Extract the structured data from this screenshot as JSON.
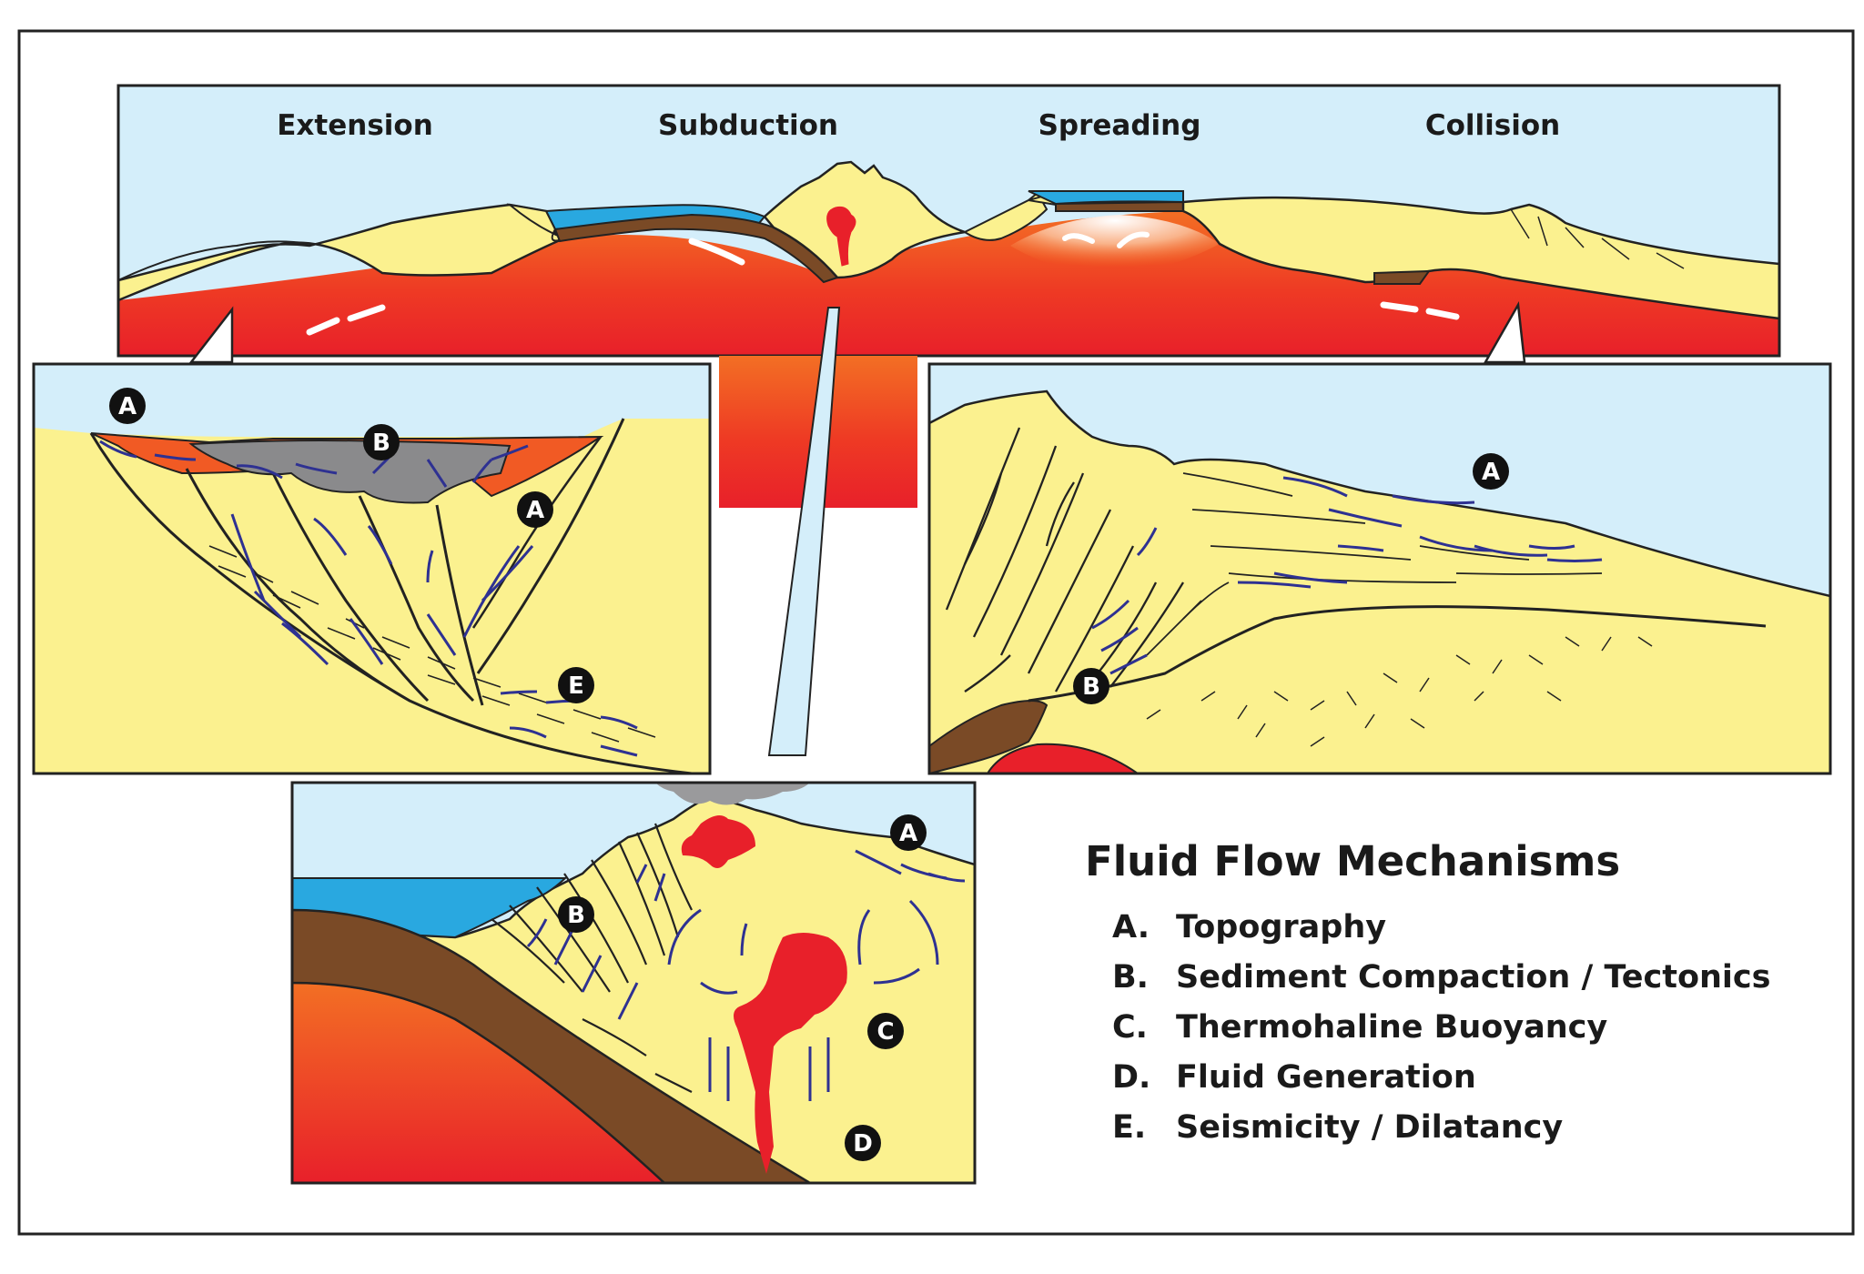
{
  "settings": [
    {
      "key": "extension",
      "label": "Extension"
    },
    {
      "key": "subduction",
      "label": "Subduction"
    },
    {
      "key": "spreading",
      "label": "Spreading"
    },
    {
      "key": "collision",
      "label": "Collision"
    }
  ],
  "legend": {
    "title": "Fluid Flow Mechanisms",
    "items": [
      {
        "letter": "A.",
        "text": "Topography"
      },
      {
        "letter": "B.",
        "text": "Sediment Compaction / Tectonics"
      },
      {
        "letter": "C.",
        "text": "Thermohaline Buoyancy"
      },
      {
        "letter": "D.",
        "text": "Fluid Generation"
      },
      {
        "letter": "E.",
        "text": "Seismicity / Dilatancy"
      }
    ]
  },
  "badges": {
    "extension_a1": "A",
    "extension_b": "B",
    "extension_a2": "A",
    "extension_e": "E",
    "collision_a": "A",
    "collision_b": "B",
    "subduction_a": "A",
    "subduction_b": "B",
    "subduction_c": "C",
    "subduction_d": "D"
  },
  "colors": {
    "sky": "#d4eefa",
    "sea": "#29a8e0",
    "crust": "#fbf18f",
    "mantle_orange": "#f36f24",
    "mantle_red": "#e8202a",
    "slab": "#7a4a26",
    "ash": "#9a9a9c",
    "arrow": "#2e3192",
    "basin_orange": "#f15a24",
    "basin_gray": "#8a8a8c"
  }
}
